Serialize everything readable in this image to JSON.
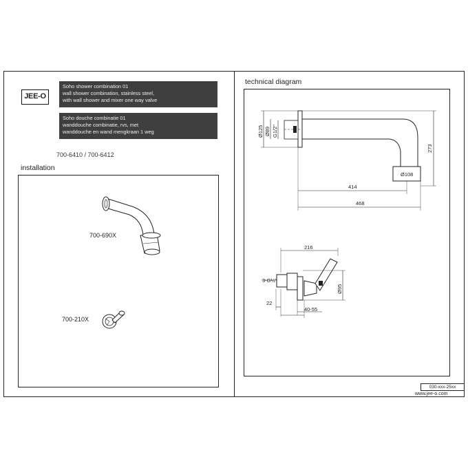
{
  "brand": {
    "logo_text": "JEE-O"
  },
  "titles": {
    "english": [
      "Soho shower combination 01",
      "wall shower combination, stainless steel,",
      "with wall shower and mixer one way valve"
    ],
    "dutch": [
      "Soho douche combinatie 01",
      "wanddouche combinatie, rvs, met",
      "wanddouche en wand mengkraan 1 weg"
    ]
  },
  "product_codes": "700-6410 / 700-6412",
  "installation": {
    "heading": "installation",
    "parts": [
      {
        "label": "700-690X"
      },
      {
        "label": "700-210X"
      }
    ]
  },
  "technical": {
    "heading": "technical diagram",
    "spout_dimensions": {
      "diameter_125": "Ø125",
      "diameter_89": "Ø89",
      "thread": "G1/2\"",
      "diameter_108": "Ø108",
      "height": "273",
      "length_inner": "414",
      "length_total": "468"
    },
    "valve_dimensions": {
      "length": "216",
      "connection": "3-G½\"",
      "diameter_95": "Ø95",
      "depth": "22",
      "range": "40-55"
    }
  },
  "footer": {
    "reference": "030-xxx-25xx",
    "website": "www.jee-o.com"
  }
}
